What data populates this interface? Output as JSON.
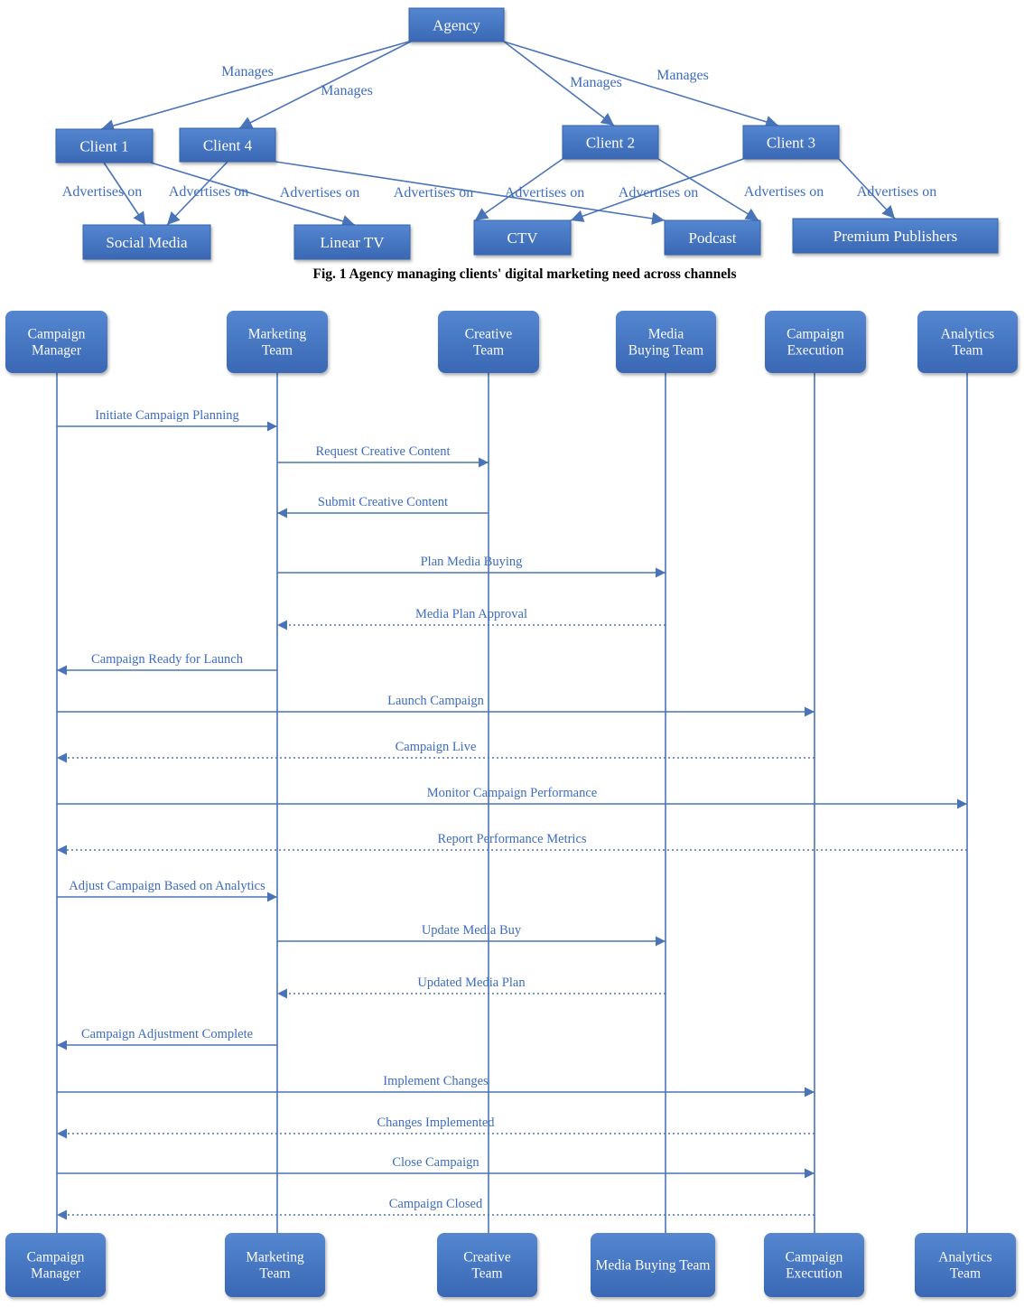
{
  "fig1": {
    "caption": "Fig. 1 Agency managing clients' digital marketing need across channels",
    "nodes": {
      "agency": "Agency",
      "client1": "Client 1",
      "client4": "Client 4",
      "client2": "Client 2",
      "client3": "Client 3",
      "social": "Social Media",
      "lineartv": "Linear TV",
      "ctv": "CTV",
      "podcast": "Podcast",
      "premium": "Premium Publishers"
    },
    "edges": [
      {
        "from": "agency",
        "to": "client1",
        "label": "Manages"
      },
      {
        "from": "agency",
        "to": "client4",
        "label": "Manages"
      },
      {
        "from": "agency",
        "to": "client2",
        "label": "Manages"
      },
      {
        "from": "agency",
        "to": "client3",
        "label": "Manages"
      },
      {
        "from": "client1",
        "to": "social",
        "label": "Advertises on"
      },
      {
        "from": "client4",
        "to": "social",
        "label": "Advertises on"
      },
      {
        "from": "client1",
        "to": "lineartv",
        "label": "Advertises on"
      },
      {
        "from": "client4",
        "to": "podcast",
        "label": "Advertises on"
      },
      {
        "from": "client2",
        "to": "ctv",
        "label": "Advertises on"
      },
      {
        "from": "client3",
        "to": "ctv",
        "label": "Advertises on"
      },
      {
        "from": "client2",
        "to": "podcast",
        "label": "Advertises on"
      },
      {
        "from": "client3",
        "to": "premium",
        "label": "Advertises on"
      }
    ]
  },
  "fig2": {
    "participants": [
      {
        "id": "cm",
        "top": "Campaign Manager",
        "bottom": "Campaign Manager"
      },
      {
        "id": "mt",
        "top": "Marketing Team",
        "bottom": "Marketing Team"
      },
      {
        "id": "ct",
        "top": "Creative Team",
        "bottom": "Creative Team"
      },
      {
        "id": "mb",
        "top": "Media Buying Team",
        "bottom": "Media Buying Team"
      },
      {
        "id": "ce",
        "top": "Campaign Execution",
        "bottom": "Campaign Execution"
      },
      {
        "id": "at",
        "top": "Analytics Team",
        "bottom": "Analytics Team"
      }
    ],
    "messages": [
      {
        "from": "cm",
        "to": "mt",
        "label": "Initiate Campaign Planning",
        "style": "solid"
      },
      {
        "from": "mt",
        "to": "ct",
        "label": "Request Creative Content",
        "style": "solid"
      },
      {
        "from": "ct",
        "to": "mt",
        "label": "Submit Creative Content",
        "style": "solid"
      },
      {
        "from": "mt",
        "to": "mb",
        "label": "Plan Media Buying",
        "style": "solid"
      },
      {
        "from": "mb",
        "to": "mt",
        "label": "Media Plan Approval",
        "style": "dotted"
      },
      {
        "from": "mt",
        "to": "cm",
        "label": "Campaign Ready for Launch",
        "style": "solid"
      },
      {
        "from": "cm",
        "to": "ce",
        "label": "Launch Campaign",
        "style": "solid"
      },
      {
        "from": "ce",
        "to": "cm",
        "label": "Campaign Live",
        "style": "dotted"
      },
      {
        "from": "cm",
        "to": "at",
        "label": "Monitor Campaign Performance",
        "style": "solid"
      },
      {
        "from": "at",
        "to": "cm",
        "label": "Report Performance Metrics",
        "style": "dotted"
      },
      {
        "from": "cm",
        "to": "mt",
        "label": "Adjust Campaign Based on Analytics",
        "style": "solid"
      },
      {
        "from": "mt",
        "to": "mb",
        "label": "Update Media Buy",
        "style": "solid"
      },
      {
        "from": "mb",
        "to": "mt",
        "label": "Updated Media Plan",
        "style": "dotted"
      },
      {
        "from": "mt",
        "to": "cm",
        "label": "Campaign Adjustment Complete",
        "style": "solid"
      },
      {
        "from": "cm",
        "to": "ce",
        "label": "Implement Changes",
        "style": "solid"
      },
      {
        "from": "ce",
        "to": "cm",
        "label": "Changes Implemented",
        "style": "dotted"
      },
      {
        "from": "cm",
        "to": "ce",
        "label": "Close Campaign",
        "style": "solid"
      },
      {
        "from": "ce",
        "to": "cm",
        "label": "Campaign Closed",
        "style": "dotted"
      }
    ]
  },
  "colors": {
    "box_fill": "#4a78c2",
    "box_dark": "#3563ad",
    "line": "#4a74b8",
    "text": "#3d6cc0",
    "box_text": "#ffffff",
    "caption": "#000000"
  }
}
